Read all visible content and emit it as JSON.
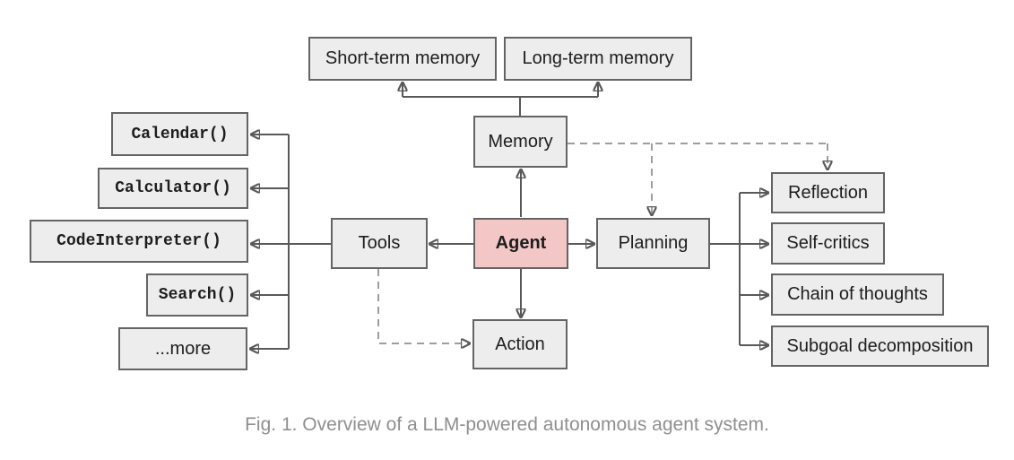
{
  "diagram": {
    "caption": "Fig. 1. Overview of a LLM-powered autonomous agent system.",
    "nodes": {
      "agent": "Agent",
      "memory": "Memory",
      "tools": "Tools",
      "planning": "Planning",
      "action": "Action",
      "short_term_memory": "Short-term memory",
      "long_term_memory": "Long-term memory",
      "calendar": "Calendar()",
      "calculator": "Calculator()",
      "code_interpreter": "CodeInterpreter()",
      "search": "Search()",
      "more": "...more",
      "reflection": "Reflection",
      "self_critics": "Self-critics",
      "chain_of_thoughts": "Chain of thoughts",
      "subgoal_decomposition": "Subgoal decomposition"
    },
    "edges": [
      {
        "from": "memory",
        "to": "short_term_memory",
        "style": "solid"
      },
      {
        "from": "memory",
        "to": "long_term_memory",
        "style": "solid"
      },
      {
        "from": "agent",
        "to": "memory",
        "style": "solid"
      },
      {
        "from": "agent",
        "to": "tools",
        "style": "solid"
      },
      {
        "from": "agent",
        "to": "planning",
        "style": "solid"
      },
      {
        "from": "agent",
        "to": "action",
        "style": "solid"
      },
      {
        "from": "tools",
        "to": "calendar",
        "style": "solid"
      },
      {
        "from": "tools",
        "to": "calculator",
        "style": "solid"
      },
      {
        "from": "tools",
        "to": "code_interpreter",
        "style": "solid"
      },
      {
        "from": "tools",
        "to": "search",
        "style": "solid"
      },
      {
        "from": "tools",
        "to": "more",
        "style": "solid"
      },
      {
        "from": "planning",
        "to": "reflection",
        "style": "solid"
      },
      {
        "from": "planning",
        "to": "self_critics",
        "style": "solid"
      },
      {
        "from": "planning",
        "to": "chain_of_thoughts",
        "style": "solid"
      },
      {
        "from": "planning",
        "to": "subgoal_decomposition",
        "style": "solid"
      },
      {
        "from": "memory",
        "to": "planning",
        "style": "dashed"
      },
      {
        "from": "memory",
        "to": "reflection",
        "style": "dashed"
      },
      {
        "from": "tools",
        "to": "action",
        "style": "dashed"
      }
    ],
    "colors": {
      "node_fill": "#ededed",
      "node_border": "#646464",
      "agent_fill": "#f4c7c7",
      "solid_line": "#595959",
      "dashed_line": "#9e9e9e",
      "label_text": "#1d1d1d",
      "caption_text": "#8f8f8f"
    }
  }
}
